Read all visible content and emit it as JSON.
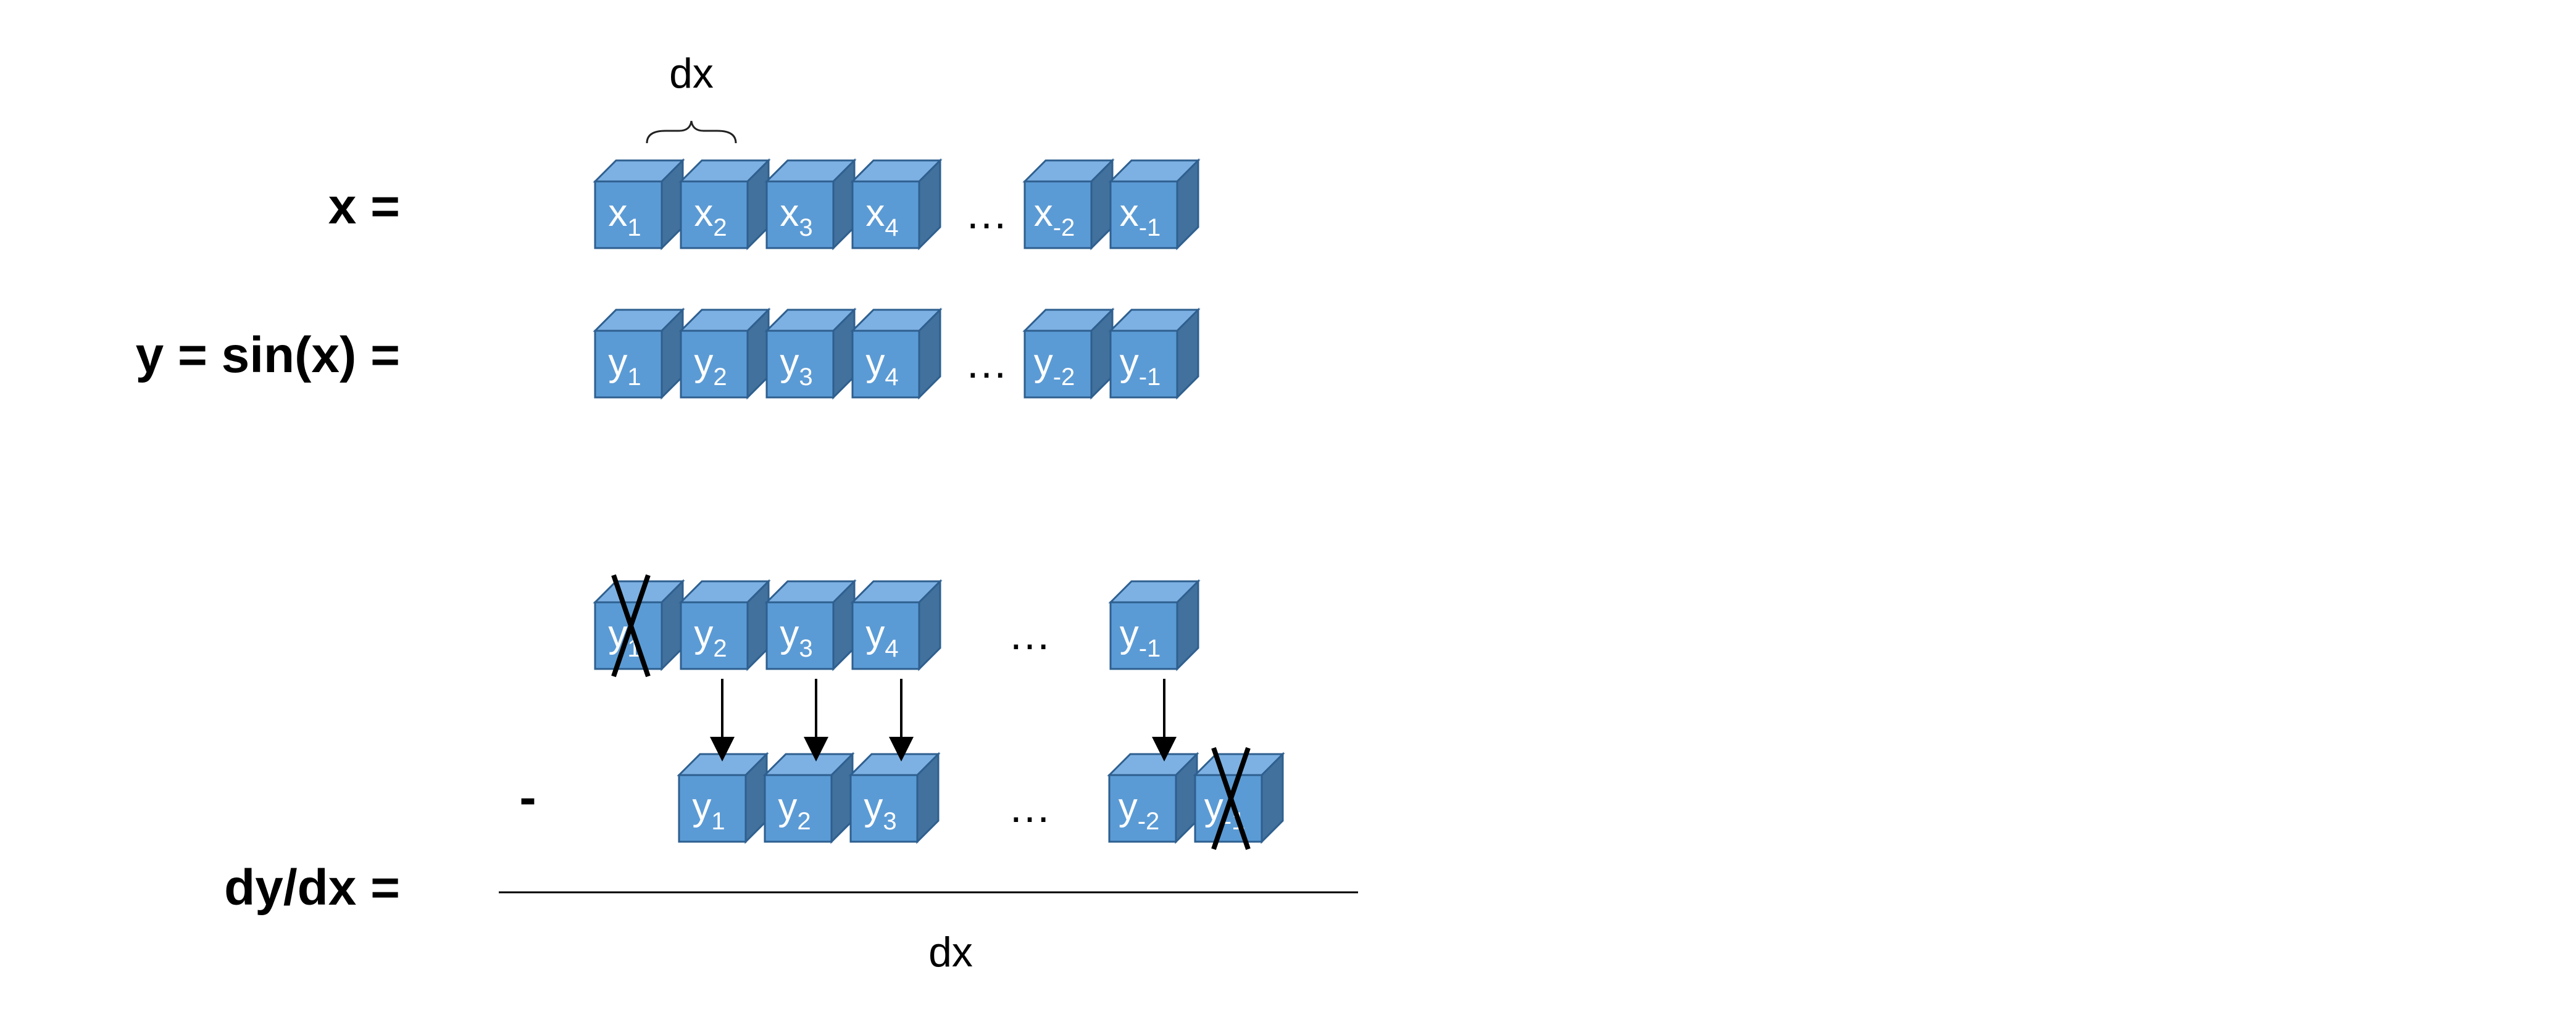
{
  "colors": {
    "cube_front": "#5b9bd5",
    "cube_top": "#7eb1e3",
    "cube_side": "#41719c",
    "cube_stroke": "#2e5f8f"
  },
  "labels": {
    "x_row": "x =",
    "y_row": "y = sin(x) =",
    "dydx": "dy/dx =",
    "minus": "-",
    "dx_top": "dx",
    "dx_bottom": "dx",
    "ellipsis": "…"
  },
  "rows": {
    "x": [
      {
        "base": "x",
        "sub": "1"
      },
      {
        "base": "x",
        "sub": "2"
      },
      {
        "base": "x",
        "sub": "3"
      },
      {
        "base": "x",
        "sub": "4"
      },
      {
        "base": "x",
        "sub": "-2"
      },
      {
        "base": "x",
        "sub": "-1"
      }
    ],
    "y": [
      {
        "base": "y",
        "sub": "1"
      },
      {
        "base": "y",
        "sub": "2"
      },
      {
        "base": "y",
        "sub": "3"
      },
      {
        "base": "y",
        "sub": "4"
      },
      {
        "base": "y",
        "sub": "-2"
      },
      {
        "base": "y",
        "sub": "-1"
      }
    ],
    "top_diff": [
      {
        "base": "y",
        "sub": "1",
        "crossed": true
      },
      {
        "base": "y",
        "sub": "2"
      },
      {
        "base": "y",
        "sub": "3"
      },
      {
        "base": "y",
        "sub": "4"
      },
      {
        "base": "y",
        "sub": "-1"
      }
    ],
    "bottom_diff": [
      {
        "base": "y",
        "sub": "1"
      },
      {
        "base": "y",
        "sub": "2"
      },
      {
        "base": "y",
        "sub": "3"
      },
      {
        "base": "y",
        "sub": "-2"
      },
      {
        "base": "y",
        "sub": "-1",
        "crossed": true
      }
    ]
  }
}
